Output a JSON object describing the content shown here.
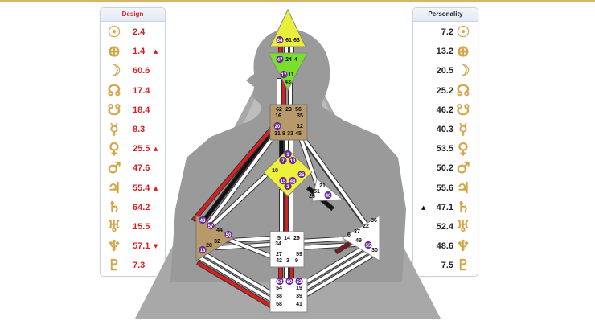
{
  "design": {
    "title": "Design",
    "planets": [
      {
        "icon": "sun-icon",
        "glyph": "☉",
        "value": "2.4",
        "arrow": ""
      },
      {
        "icon": "earth-icon",
        "glyph": "⊕",
        "value": "1.4",
        "arrow": "▲"
      },
      {
        "icon": "moon-icon",
        "glyph": "☽",
        "value": "60.6",
        "arrow": ""
      },
      {
        "icon": "north-node-icon",
        "glyph": "☊",
        "value": "17.4",
        "arrow": ""
      },
      {
        "icon": "south-node-icon",
        "glyph": "☋",
        "value": "18.4",
        "arrow": ""
      },
      {
        "icon": "mercury-icon",
        "glyph": "☿",
        "value": "8.3",
        "arrow": ""
      },
      {
        "icon": "venus-icon",
        "glyph": "♀",
        "value": "25.5",
        "arrow": "▲"
      },
      {
        "icon": "mars-icon",
        "glyph": "♂",
        "value": "47.6",
        "arrow": ""
      },
      {
        "icon": "jupiter-icon",
        "glyph": "♃",
        "value": "55.4",
        "arrow": "▲"
      },
      {
        "icon": "saturn-icon",
        "glyph": "♄",
        "value": "64.2",
        "arrow": ""
      },
      {
        "icon": "uranus-icon",
        "glyph": "♅",
        "value": "15.5",
        "arrow": ""
      },
      {
        "icon": "neptune-icon",
        "glyph": "♆",
        "value": "57.1",
        "arrow": "▼"
      },
      {
        "icon": "pluto-icon",
        "glyph": "♇",
        "value": "7.3",
        "arrow": ""
      }
    ]
  },
  "personality": {
    "title": "Personality",
    "planets": [
      {
        "icon": "sun-icon",
        "glyph": "☉",
        "value": "7.2",
        "arrow": ""
      },
      {
        "icon": "earth-icon",
        "glyph": "⊕",
        "value": "13.2",
        "arrow": ""
      },
      {
        "icon": "moon-icon",
        "glyph": "☽",
        "value": "20.5",
        "arrow": ""
      },
      {
        "icon": "north-node-icon",
        "glyph": "☊",
        "value": "25.2",
        "arrow": ""
      },
      {
        "icon": "south-node-icon",
        "glyph": "☋",
        "value": "46.2",
        "arrow": ""
      },
      {
        "icon": "mercury-icon",
        "glyph": "☿",
        "value": "40.3",
        "arrow": ""
      },
      {
        "icon": "venus-icon",
        "glyph": "♀",
        "value": "53.5",
        "arrow": ""
      },
      {
        "icon": "mars-icon",
        "glyph": "♂",
        "value": "50.2",
        "arrow": ""
      },
      {
        "icon": "jupiter-icon",
        "glyph": "♃",
        "value": "55.6",
        "arrow": ""
      },
      {
        "icon": "saturn-icon",
        "glyph": "♄",
        "value": "47.1",
        "arrow": "▲"
      },
      {
        "icon": "uranus-icon",
        "glyph": "♅",
        "value": "52.4",
        "arrow": ""
      },
      {
        "icon": "neptune-icon",
        "glyph": "♆",
        "value": "48.6",
        "arrow": ""
      },
      {
        "icon": "pluto-icon",
        "glyph": "♇",
        "value": "7.5",
        "arrow": ""
      }
    ]
  },
  "colors": {
    "design_red": "#d42020",
    "head_yellow": "#e8ee3a",
    "ajna_green": "#7cde2c",
    "throat_brown": "#b89a6a",
    "g_yellow": "#eef03a",
    "body_gray": "#a9a9a9",
    "active_gate_purple": "#6a2c98"
  },
  "bodygraph": {
    "head_gates": [
      "64",
      "61",
      "63"
    ],
    "ajna_gates": [
      "47",
      "24",
      "4",
      "17",
      "11",
      "43"
    ],
    "throat_gates": [
      "62",
      "23",
      "56",
      "16",
      "35",
      "20",
      "12",
      "31",
      "8",
      "33",
      "45"
    ],
    "g_gates": [
      "1",
      "13",
      "7",
      "10",
      "25",
      "15",
      "46",
      "2"
    ],
    "heart_gates": [
      "21",
      "51",
      "26",
      "40"
    ],
    "spleen_gates": [
      "48",
      "57",
      "44",
      "50",
      "32",
      "28",
      "18"
    ],
    "sacral_gates": [
      "5",
      "14",
      "29",
      "34",
      "27",
      "59",
      "42",
      "3",
      "9"
    ],
    "solar_plexus_gates": [
      "36",
      "22",
      "6",
      "37",
      "49",
      "55",
      "30"
    ],
    "root_gates": [
      "53",
      "60",
      "52",
      "54",
      "19",
      "38",
      "39",
      "58",
      "41"
    ]
  }
}
